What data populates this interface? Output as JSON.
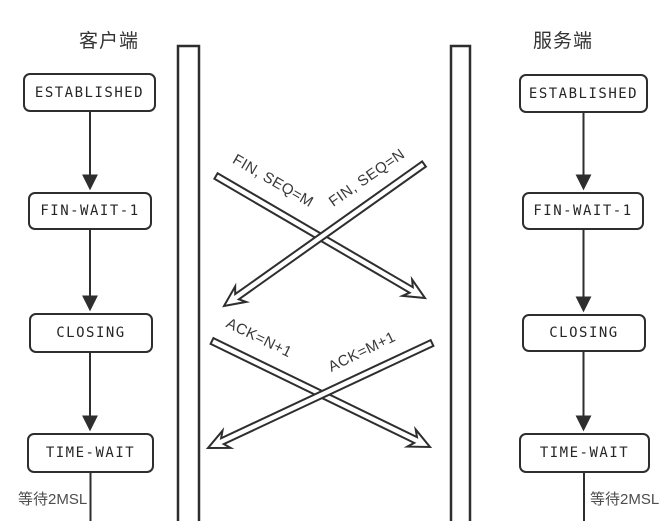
{
  "diagram": {
    "client": {
      "title": "客户端",
      "states": [
        "ESTABLISHED",
        "FIN-WAIT-1",
        "CLOSING",
        "TIME-WAIT"
      ],
      "wait_label": "等待2MSL"
    },
    "server": {
      "title": "服务端",
      "states": [
        "ESTABLISHED",
        "FIN-WAIT-1",
        "CLOSING",
        "TIME-WAIT"
      ],
      "wait_label": "等待2MSL"
    },
    "messages": [
      {
        "label": "FIN, SEQ=M",
        "direction": "client-to-server"
      },
      {
        "label": "FIN, SEQ=N",
        "direction": "server-to-client"
      },
      {
        "label": "ACK=N+1",
        "direction": "client-to-server"
      },
      {
        "label": "ACK=M+1",
        "direction": "server-to-client"
      }
    ],
    "colors": {
      "line": "#2e2e2e",
      "text": "#333333",
      "background": "#ffffff"
    }
  }
}
